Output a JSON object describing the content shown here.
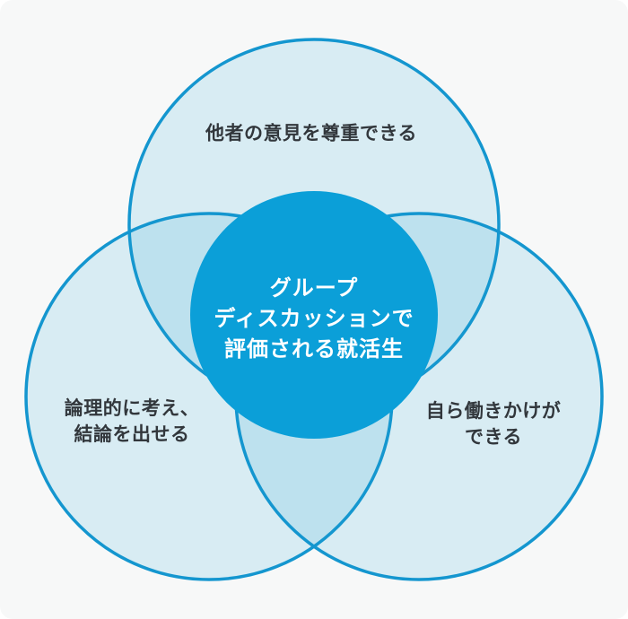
{
  "venn": {
    "center": {
      "lines": [
        "グループ",
        "ディスカッションで",
        "評価される就活生"
      ]
    },
    "top_circle": {
      "label": "他者の意見を尊重できる"
    },
    "bottom_left_circle": {
      "lines": [
        "論理的に考え、",
        "結論を出せる"
      ]
    },
    "bottom_right_circle": {
      "lines": [
        "自ら働きかけが",
        "できる"
      ]
    }
  },
  "colors": {
    "page_bg": "#ffffff",
    "card_bg": "#f7f8f8",
    "circle_stroke": "#1496cf",
    "circle_fill": "rgba(26, 160, 216, 0.14)",
    "center_circle_fill": "#0b9fd8",
    "label_text": "#32373c",
    "center_text": "#ffffff"
  }
}
